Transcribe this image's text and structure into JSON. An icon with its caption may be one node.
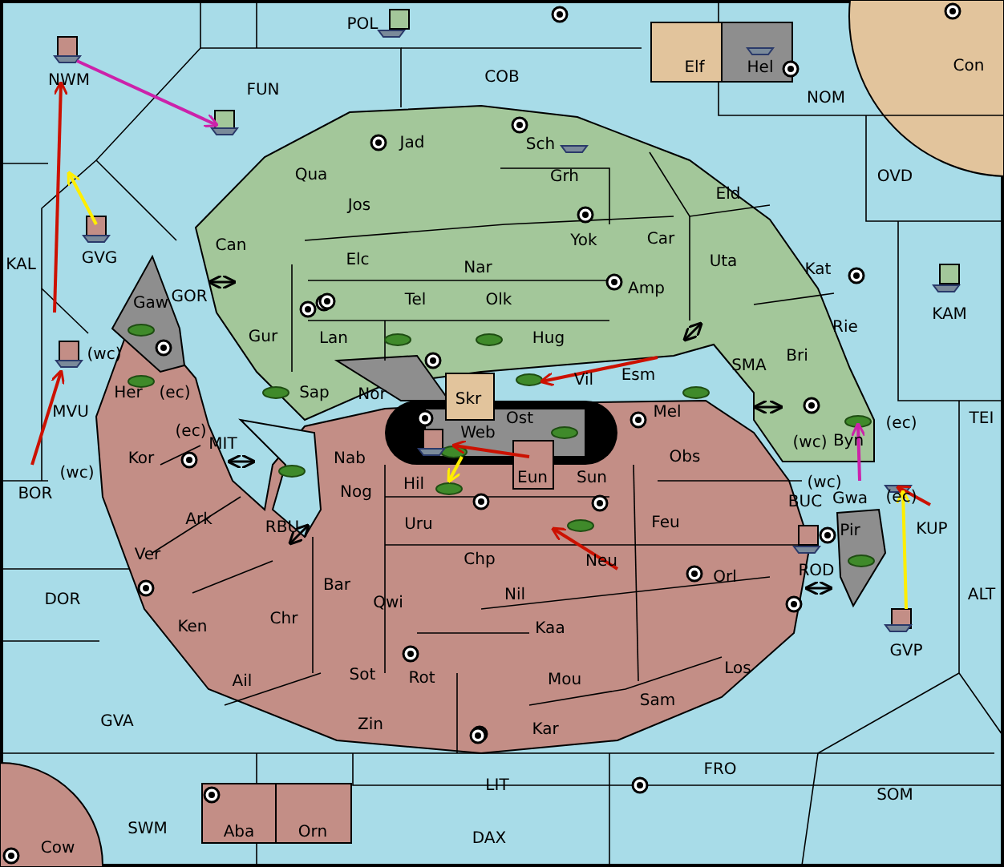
{
  "diagram": {
    "labels": [
      "POL",
      "Elf",
      "Hel",
      "Con",
      "COB",
      "NWM",
      "FUN",
      "NOM",
      "Jad",
      "Sch",
      "Qua",
      "OVD",
      "Grh",
      "Eld",
      "Jos",
      "Car",
      "Yok",
      "Can",
      "GVG",
      "Uta",
      "Elc",
      "KAL",
      "Kat",
      "Nar",
      "GOR",
      "Tel",
      "Olk",
      "Amp",
      "KAM",
      "Rie",
      "Gaw",
      "Gur",
      "Lan",
      "Hug",
      "(wc)",
      "Bri",
      "SMA",
      "Esm",
      "Vil",
      "MVU",
      "Her",
      "(ec)",
      "Nor",
      "Sap",
      "Skr",
      "Mel",
      "Ost",
      "TEI",
      "(ec)",
      "(ec)",
      "Byn",
      "(wc)",
      "Web",
      "MIT",
      "Kor",
      "Nab",
      "Obs",
      "(wc)",
      "Eun",
      "Sun",
      "Hil",
      "(wc)",
      "BOR",
      "Nog",
      "Gwa",
      "(ec)",
      "BUC",
      "Pir",
      "RBU",
      "Ark",
      "Uru",
      "Feu",
      "KUP",
      "Ver",
      "Chp",
      "Neu",
      "ROD",
      "Orl",
      "Bar",
      "Nil",
      "ALT",
      "Qwi",
      "DOR",
      "Ken",
      "Chr",
      "Kaa",
      "GVP",
      "Los",
      "Sot",
      "Rot",
      "Mou",
      "Ail",
      "GVA",
      "Zin",
      "Sam",
      "Kar",
      "FRO",
      "LIT",
      "SOM",
      "SWM",
      "Aba",
      "Orn",
      "DAX",
      "Cow"
    ]
  }
}
